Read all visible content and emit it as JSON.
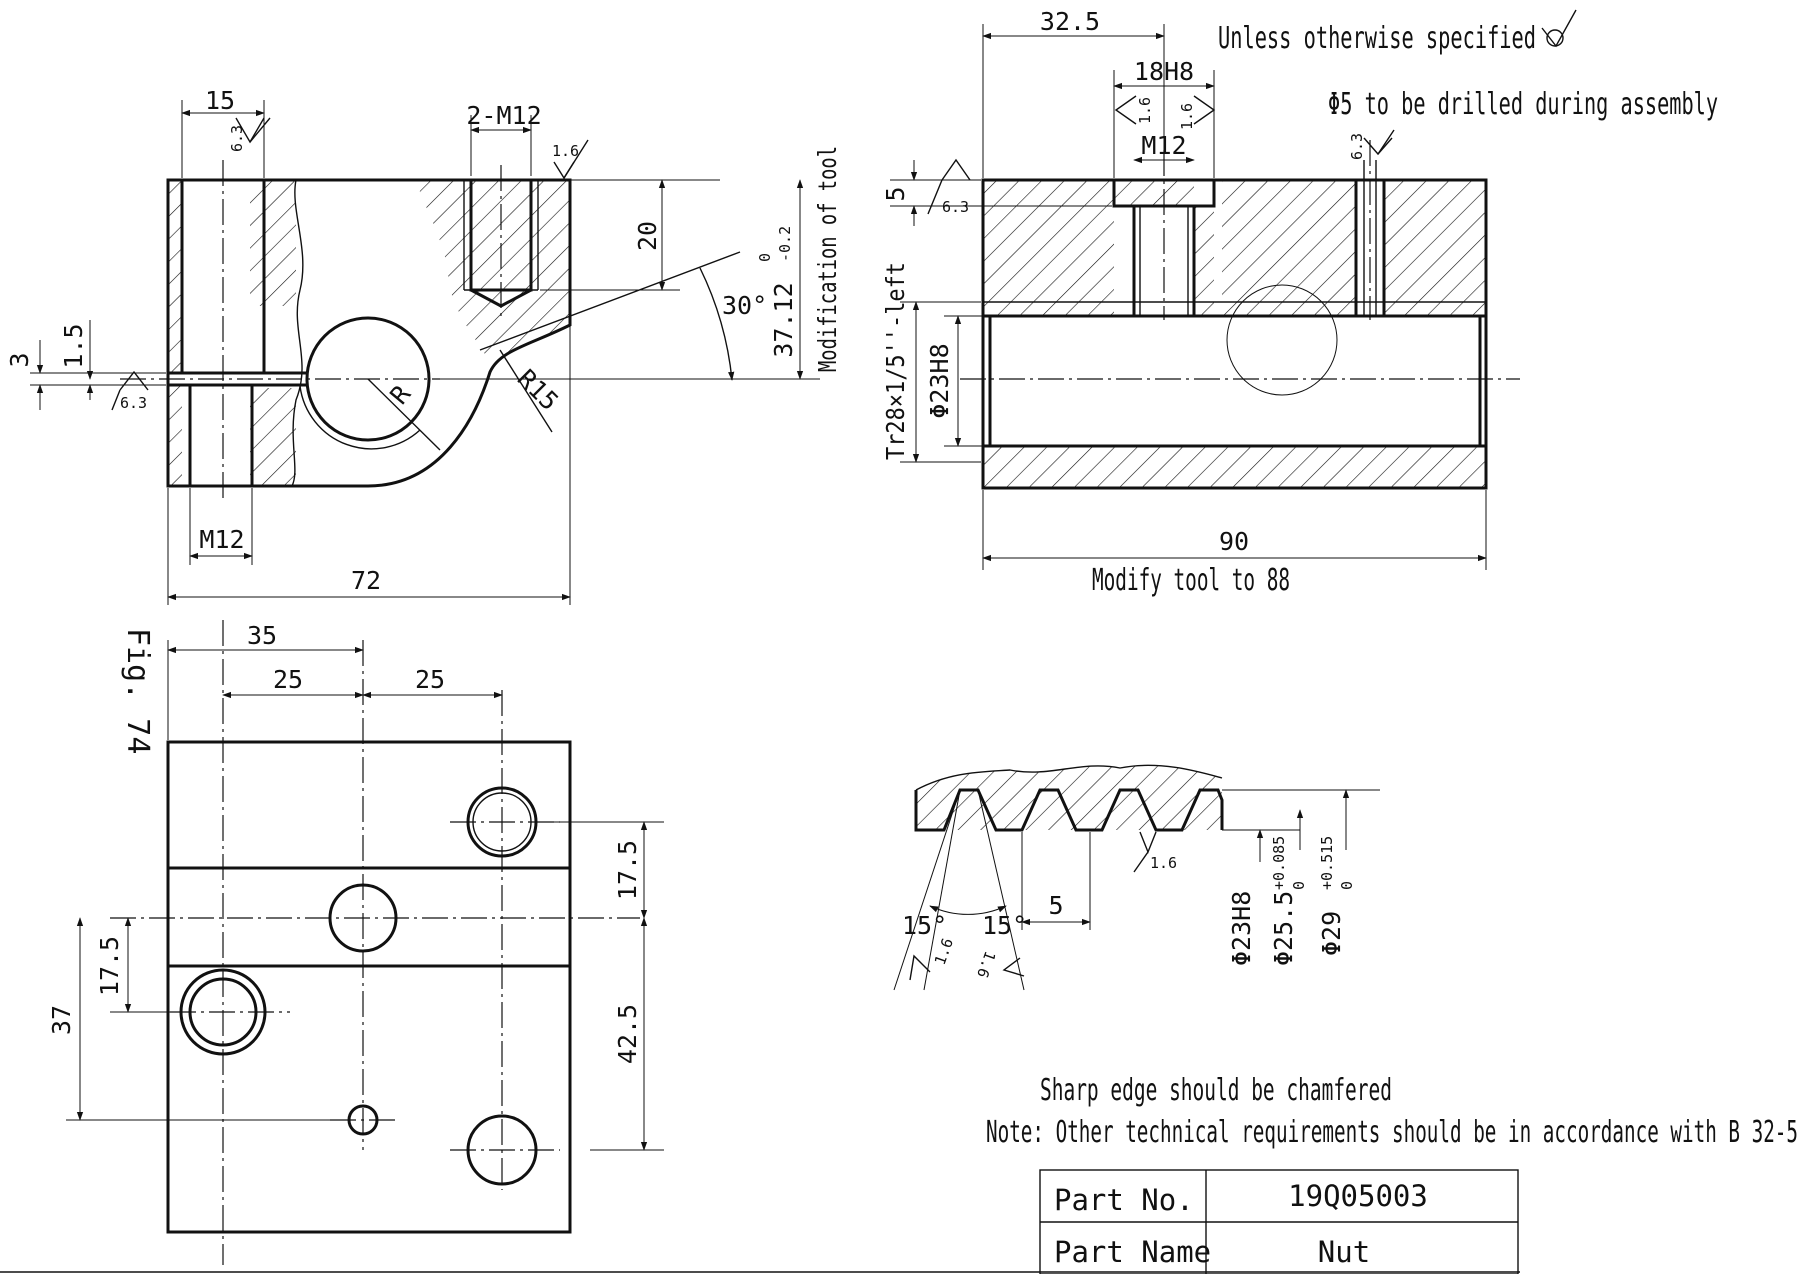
{
  "notes": {
    "general_finish": "Unless otherwise specified",
    "drill_note": "Φ5  to be drilled during assembly",
    "chamfer_note": "Sharp edge should be chamfered",
    "tech_note": "Note: Other technical requirements should be in accordance with B 32-5",
    "figure_label": "Fig. 74"
  },
  "title_block": {
    "part_no_label": "Part No.",
    "part_no_value": "19Q05003",
    "part_name_label": "Part Name",
    "part_name_value": "Nut"
  },
  "front_view": {
    "dim_top_width": "15",
    "dim_top_thread": "2-M12",
    "dim_depth": "20",
    "dim_angle": "30°",
    "dim_height": "37.12",
    "dim_height_tol_upper": "0",
    "dim_height_tol_lower": "-0.2",
    "dim_height_note": "Modification of tool",
    "dim_slot": "3",
    "dim_slot2": "1.5",
    "dim_bottom_thread": "M12",
    "dim_width": "72",
    "radius_arc": "R15",
    "radius_bore": "R",
    "finish_a": "6.3",
    "finish_b": "1.6",
    "finish_c": "6.3"
  },
  "side_view": {
    "dim_offset": "32.5",
    "dim_bore_top": "18H8",
    "dim_thread_top": "M12",
    "dim_step": "5",
    "dim_thread_main": "Tr28×1/5''-left",
    "dim_bore": "Φ23H8",
    "dim_length": "90",
    "dim_length_note": "Modify tool to 88",
    "finish_a": "1.6",
    "finish_b": "1.6",
    "finish_c": "6.3",
    "finish_d": "6.3"
  },
  "plan_view": {
    "dim_a": "35",
    "dim_b": "25",
    "dim_c": "25",
    "dim_d": "17.5",
    "dim_e": "42.5",
    "dim_f": "17.5",
    "dim_g": "37"
  },
  "thread_detail": {
    "angle_left": "15°",
    "angle_right": "15°",
    "pitch": "5",
    "finish_a": "1.6",
    "finish_b": "1.6",
    "finish_c": "1.6",
    "dia_minor": "Φ23H8",
    "dia_pitch": "Φ25.5",
    "dia_pitch_tol_upper": "+0.085",
    "dia_pitch_tol_lower": "0",
    "dia_major": "Φ29",
    "dia_major_tol_upper": "+0.515",
    "dia_major_tol_lower": "0"
  }
}
